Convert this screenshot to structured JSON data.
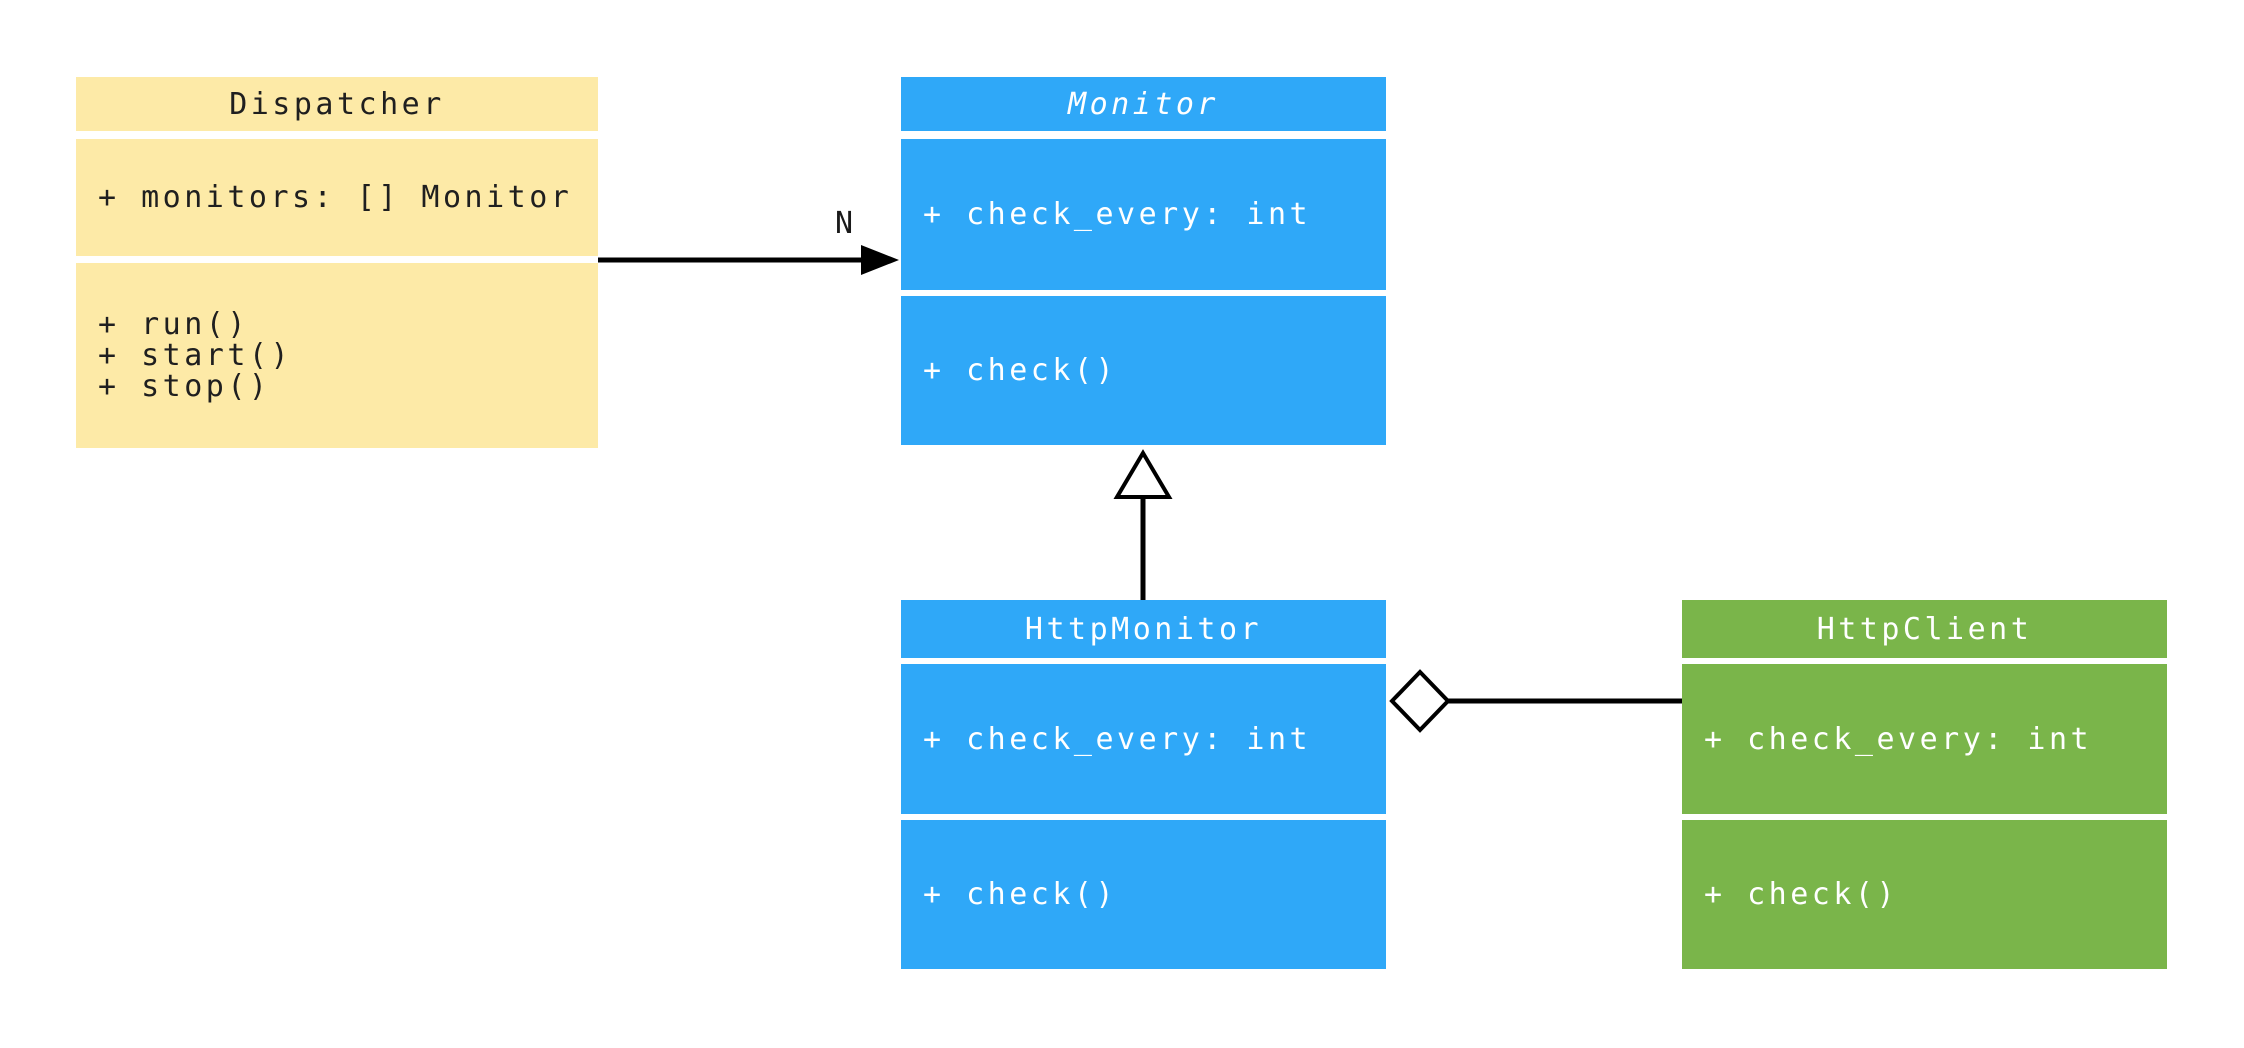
{
  "diagram": {
    "classes": [
      {
        "name": "Dispatcher",
        "abstract": false,
        "attributes": [
          "+ monitors: [] Monitor"
        ],
        "methods": [
          "+ run()",
          "+ start()",
          "+ stop()"
        ],
        "fill": "#FDEAA7",
        "text_color": "#1F1F1F"
      },
      {
        "name": "Monitor",
        "abstract": true,
        "attributes": [
          "+ check_every: int"
        ],
        "methods": [
          "+ check()"
        ],
        "fill": "#2FA8F8",
        "text_color": "#FFFFFF"
      },
      {
        "name": "HttpMonitor",
        "abstract": false,
        "attributes": [
          "+ check_every: int"
        ],
        "methods": [
          "+ check()"
        ],
        "fill": "#2FA8F8",
        "text_color": "#FFFFFF"
      },
      {
        "name": "HttpClient",
        "abstract": false,
        "attributes": [
          "+ check_every: int"
        ],
        "methods": [
          "+ check()"
        ],
        "fill": "#7AB54A",
        "text_color": "#FFFFFF"
      }
    ],
    "relationships": [
      {
        "type": "association",
        "from": "Dispatcher",
        "to": "Monitor",
        "multiplicity_label": "N",
        "marker": "filled-arrowhead"
      },
      {
        "type": "inheritance",
        "from": "HttpMonitor",
        "to": "Monitor",
        "marker": "hollow-triangle"
      },
      {
        "type": "aggregation",
        "from": "HttpMonitor",
        "to": "HttpClient",
        "marker": "hollow-diamond"
      }
    ],
    "colors": {
      "background": "#FFFFFF",
      "connector": "#000000"
    }
  }
}
